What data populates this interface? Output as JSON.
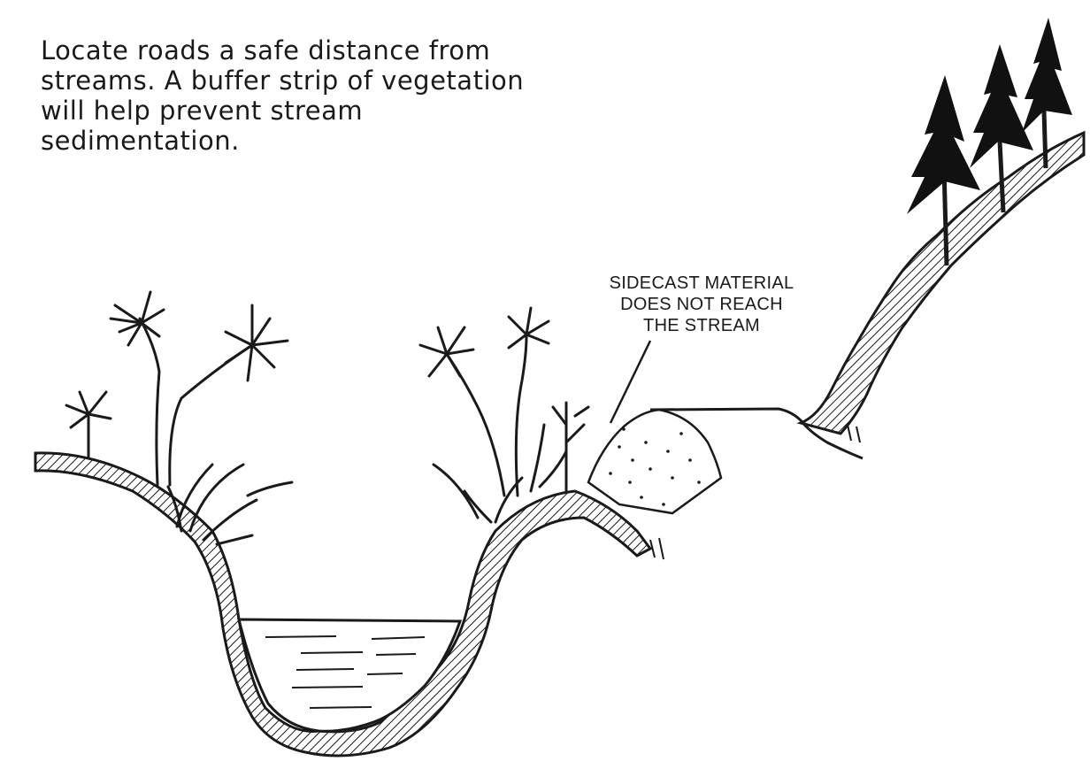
{
  "caption": {
    "lines": [
      "Locate roads a safe distance from",
      "streams. A buffer strip of vegetation",
      "will help prevent stream",
      "sedimentation."
    ]
  },
  "callout": {
    "lines": [
      "SIDECAST MATERIAL",
      "DOES NOT REACH",
      "THE STREAM"
    ]
  },
  "colors": {
    "ink": "#1a1a1a",
    "paper": "#ffffff"
  }
}
